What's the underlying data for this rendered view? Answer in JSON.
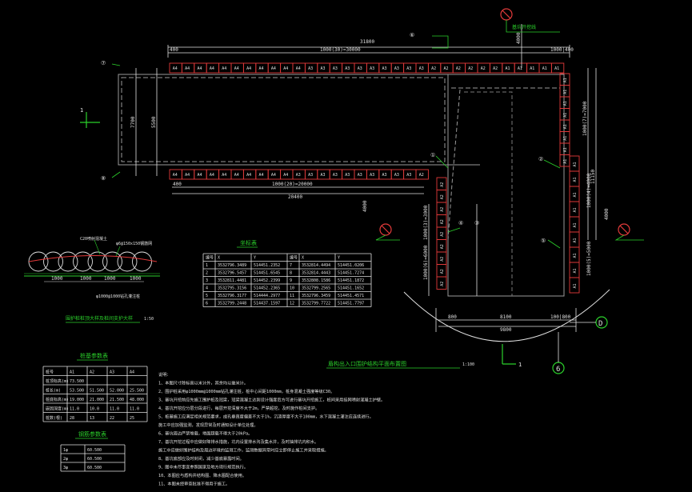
{
  "drawing": {
    "dims_top": {
      "total": "31800",
      "left": "400",
      "mid": "1000(30)=30000",
      "right": "1000|400"
    },
    "dims_bottom": {
      "left": "400",
      "mid": "1000(20)=20000",
      "total": "20400"
    },
    "dims_left": [
      "7700",
      "5500"
    ],
    "dims_right": [
      "1000(7)=7000",
      "11150"
    ],
    "dims_stem_left": [
      "1000(3)=3000",
      "4000",
      "1000(6)=6000"
    ],
    "dims_stem_right": [
      "1000(4)=4000",
      "4000",
      "1000(5)=5000"
    ],
    "dims_base": [
      "800",
      "8100",
      "100|800",
      "9800"
    ],
    "dim_vertical_top": "4000",
    "top_pile_labels": [
      "A4",
      "A4",
      "A4",
      "A4",
      "A4",
      "A4",
      "A4",
      "A4",
      "A4",
      "A4",
      "A4",
      "A3",
      "A3",
      "A3",
      "A3",
      "A3",
      "A3",
      "A3",
      "A3",
      "A3",
      "A3",
      "A2",
      "A2",
      "A2",
      "A2",
      "A2",
      "A2",
      "A1",
      "A1",
      "A1",
      "A1",
      "A1"
    ],
    "bottom_pile_labels": [
      "A4",
      "A4",
      "A4",
      "A4",
      "A4",
      "A4",
      "A4",
      "A4",
      "A4",
      "A4",
      "A3",
      "A3",
      "A3",
      "A3",
      "A3",
      "A3",
      "A3",
      "A3",
      "A3",
      "A3",
      "A2"
    ],
    "right_pile_labels": [
      "A1",
      "A1",
      "A1",
      "A1",
      "A1",
      "A1",
      "A1",
      "A1"
    ],
    "stem_left_labels": [
      "A2",
      "A2",
      "A2",
      "A2",
      "A2",
      "A2",
      "A2",
      "A2",
      "A2"
    ],
    "stem_right_labels": [
      "A1",
      "A1",
      "A1",
      "A1",
      "A1",
      "A1",
      "A1",
      "A1",
      "A1"
    ],
    "grid_markers": [
      "D",
      "6"
    ],
    "callouts": [
      "①",
      "②",
      "③",
      "④",
      "⑤",
      "⑥",
      "⑦",
      "⑧"
    ],
    "section_marks": [
      "1",
      "1"
    ],
    "excavation_label": "基坑开挖线"
  },
  "coord_table": {
    "title": "坐标表",
    "headers": [
      "编号",
      "X",
      "Y",
      "编号",
      "X",
      "Y"
    ],
    "rows": [
      [
        "1",
        "3532796.3489",
        "514451.2352",
        "7",
        "3532814.4494",
        "514451.0206"
      ],
      [
        "2",
        "3532796.5457",
        "514451.6545",
        "8",
        "3532814.4443",
        "514451.7274"
      ],
      [
        "3",
        "3532811.4481",
        "514452.2399",
        "9",
        "3532808.1586",
        "514451.1872"
      ],
      [
        "4",
        "3532795.3156",
        "514452.2365",
        "10",
        "3532799.2565",
        "514451.1652"
      ],
      [
        "5",
        "3532796.3177",
        "514444.2977",
        "11",
        "3532796.3459",
        "514451.4571"
      ],
      [
        "6",
        "3532799.2448",
        "514437.1597",
        "12",
        "3532799.7722",
        "514451.7797"
      ]
    ]
  },
  "pile_detail": {
    "title": "围护桩桩顶大样及桩间支护大样",
    "scale": "1:50",
    "spacing": [
      "1000",
      "1000",
      "1000",
      "1000"
    ],
    "notes": [
      "C20喷射混凝土",
      "φ6@150x150钢筋网",
      "φ1000@1000钻孔灌注桩"
    ]
  },
  "pile_table": {
    "title": "桩基参数表",
    "headers": [
      "桩号",
      "A1",
      "A2",
      "A3",
      "A4"
    ],
    "rows": [
      [
        "桩顶标高(m)",
        "73.500",
        "",
        "",
        ""
      ],
      [
        "桩长(m)",
        "53.500",
        "51.500",
        "52.000",
        "25.500"
      ],
      [
        "桩底标高(m)",
        "19.000",
        "21.000",
        "21.500",
        "48.000"
      ],
      [
        "嵌固深度(m)",
        "11.0",
        "10.0",
        "11.0",
        "11.0"
      ],
      [
        "桩数(根)",
        "28",
        "13",
        "22",
        "25"
      ]
    ]
  },
  "rebar_table": {
    "title": "钢筋参数表",
    "rows": [
      [
        "1φ",
        "60.500"
      ],
      [
        "2φ",
        "60.500"
      ],
      [
        "3φ",
        "60.500"
      ]
    ]
  },
  "plan": {
    "title": "盾构出入口围护结构平面布置图",
    "scale": "1:100"
  },
  "notes": [
    "说明：",
    "1、本图尺寸除标高以米计外，其余均以毫米计。",
    "2、围护桩采用φ1000mm@1000mm钻孔灌注桩，桩中心间距1000mm，桩身混凝土强度等级C30。",
    "3、基坑开挖前应先施工围护桩及冠梁，冠梁混凝土达到设计强度后方可进行基坑开挖施工，桩间采用挂网喷射混凝土护壁。",
    "4、基坑开挖应分层分段进行，每层开挖深度不大于2m，严禁超挖，及时施作桩间支护。",
    "5、桩基施工应满足相关规范要求，成孔垂直度偏差不大于1%，沉渣厚度不大于100mm，水下混凝土灌注应连续进行。",
    "   施工中应加强监测，发现异常及时通知设计单位处理。",
    "6、基坑周边严禁堆载，地面超载不得大于20kPa。",
    "7、基坑开挖过程中应做好降排水措施，坑内设置排水沟及集水井，及时抽排坑内积水。",
    "   施工中应做好围护结构及周边环境的监测工作，监测数据异常时应立即停止施工并采取措施。",
    "8、基坑底部应及时封闭，减少基底暴露时间。",
    "9、图中未尽事宜参照国家及地方现行规范执行。",
    "10、本图应与盾构井结构图、降水图配合使用。",
    "11、本图未经审查批准不得用于施工。"
  ]
}
